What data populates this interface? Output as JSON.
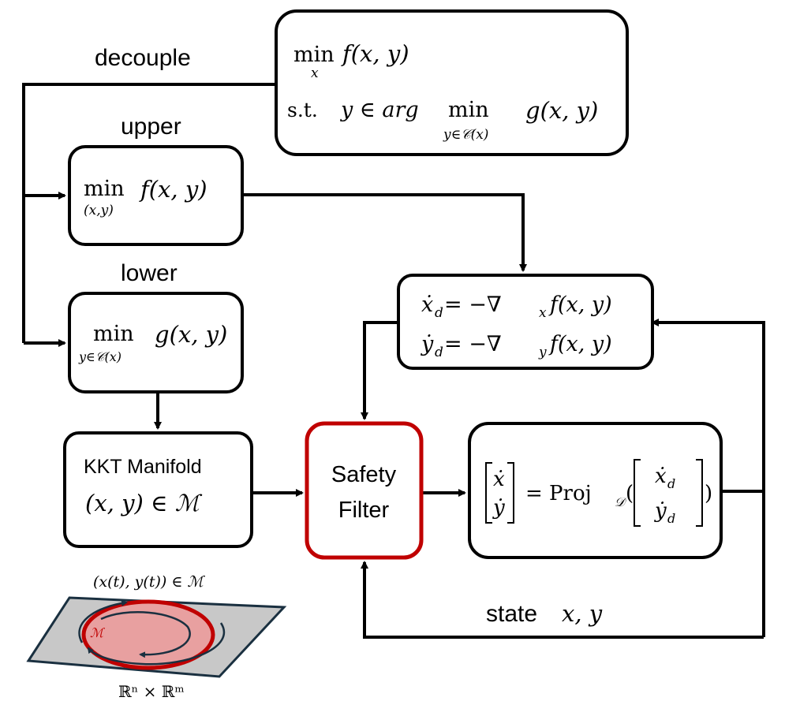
{
  "labels": {
    "decouple": "decouple",
    "upper": "upper",
    "lower": "lower",
    "state_prefix": "state"
  },
  "boxes": {
    "problem": {
      "line1_op": "min",
      "line1_sub": "x",
      "line1_expr": "f(x, y)",
      "line2_st": "s.t.",
      "line2_y_in": "y ∈ arg",
      "line2_op": "min",
      "line2_sub": "y∈𝒞(x)",
      "line2_expr": "g(x, y)"
    },
    "upper": {
      "op": "min",
      "sub": "(x,y)",
      "expr": "f(x, y)"
    },
    "lower": {
      "op": "min",
      "sub": "y∈𝒞(x)",
      "expr": "g(x, y)"
    },
    "kkt": {
      "title": "KKT Manifold",
      "expr": "(x, y) ∈ ℳ"
    },
    "safety": {
      "line1": "Safety",
      "line2": "Filter"
    },
    "desired": {
      "line1": "ẋ_d = −∇_x f(x, y)",
      "line1_lhs": "ẋ",
      "line1_lhs_sub": "d",
      "line1_mid": " = −∇",
      "line1_mid_sub": "x",
      "line1_rhs": "f(x, y)",
      "line2_lhs": "ẏ",
      "line2_lhs_sub": "d",
      "line2_mid": " = −∇",
      "line2_mid_sub": "y",
      "line2_rhs": "f(x, y)"
    },
    "projection": {
      "vec_top": "ẋ",
      "vec_bottom": "ẏ",
      "eq": "= Proj",
      "proj_sub": "𝒟",
      "paren_open": "(",
      "arg_top": "ẋ",
      "arg_top_sub": "d",
      "arg_bottom": "ẏ",
      "arg_bottom_sub": "d",
      "paren_close": ")"
    }
  },
  "state_math": "x, y",
  "manifold_illustration": {
    "caption_top": "(x(t), y(t)) ∈ ℳ",
    "caption_bottom": "ℝⁿ × ℝᵐ",
    "inner_label": "ℳ"
  },
  "colors": {
    "safety_border": "#c00000",
    "plane_fill": "#c8c8c8",
    "plane_border": "#1a3040",
    "manifold_fill": "#e8a0a0",
    "manifold_stroke": "#c00000"
  }
}
